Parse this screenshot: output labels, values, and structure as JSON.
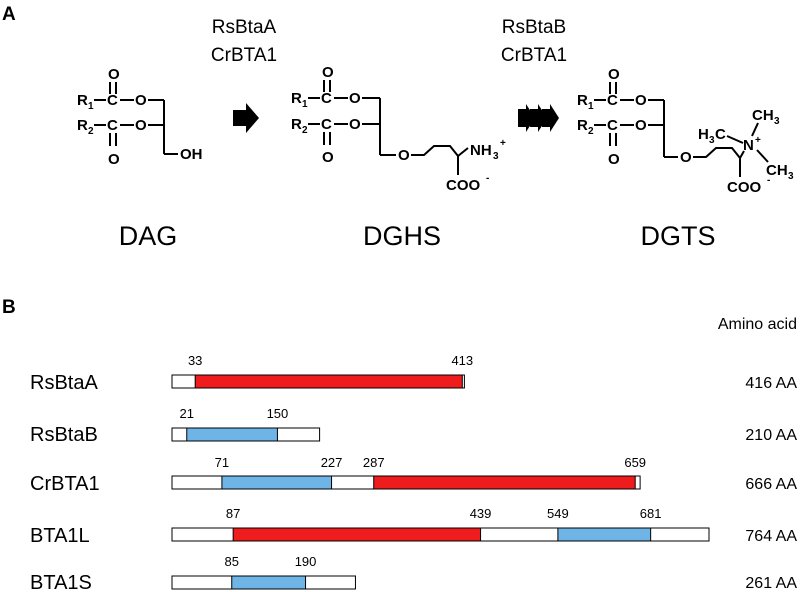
{
  "panels": {
    "a": "A",
    "b": "B"
  },
  "pathway": {
    "step1_enzymes": [
      "RsBtaA",
      "CrBTA1"
    ],
    "step2_enzymes": [
      "RsBtaB",
      "CrBTA1"
    ],
    "compounds": [
      "DAG",
      "DGHS",
      "DGTS"
    ],
    "atoms": {
      "O": "O",
      "C": "C",
      "R": "R",
      "OH": "OH",
      "NH": "NH",
      "N": "N",
      "CH": "CH",
      "H": "H",
      "COO": "COO"
    },
    "subscripts": {
      "one": "1",
      "two": "2",
      "three": "3"
    },
    "charges": {
      "plus": "+",
      "minus": "-"
    }
  },
  "domains": {
    "header": "Amino acid",
    "colors": {
      "red": "#ee1c1c",
      "blue": "#6eb4e6"
    },
    "proteins": [
      {
        "name": "RsBtaA",
        "length_label": "416 AA",
        "length": 416,
        "segments": [
          {
            "start": 33,
            "end": 413,
            "color": "red"
          }
        ]
      },
      {
        "name": "RsBtaB",
        "length_label": "210 AA",
        "length": 210,
        "segments": [
          {
            "start": 21,
            "end": 150,
            "color": "blue"
          }
        ]
      },
      {
        "name": "CrBTA1",
        "length_label": "666 AA",
        "length": 666,
        "segments": [
          {
            "start": 71,
            "end": 227,
            "color": "blue"
          },
          {
            "start": 287,
            "end": 659,
            "color": "red"
          }
        ]
      },
      {
        "name": "BTA1L",
        "length_label": "764 AA",
        "length": 764,
        "segments": [
          {
            "start": 87,
            "end": 439,
            "color": "red"
          },
          {
            "start": 549,
            "end": 681,
            "color": "blue"
          }
        ]
      },
      {
        "name": "BTA1S",
        "length_label": "261 AA",
        "length": 261,
        "segments": [
          {
            "start": 85,
            "end": 190,
            "color": "blue"
          }
        ]
      }
    ]
  }
}
